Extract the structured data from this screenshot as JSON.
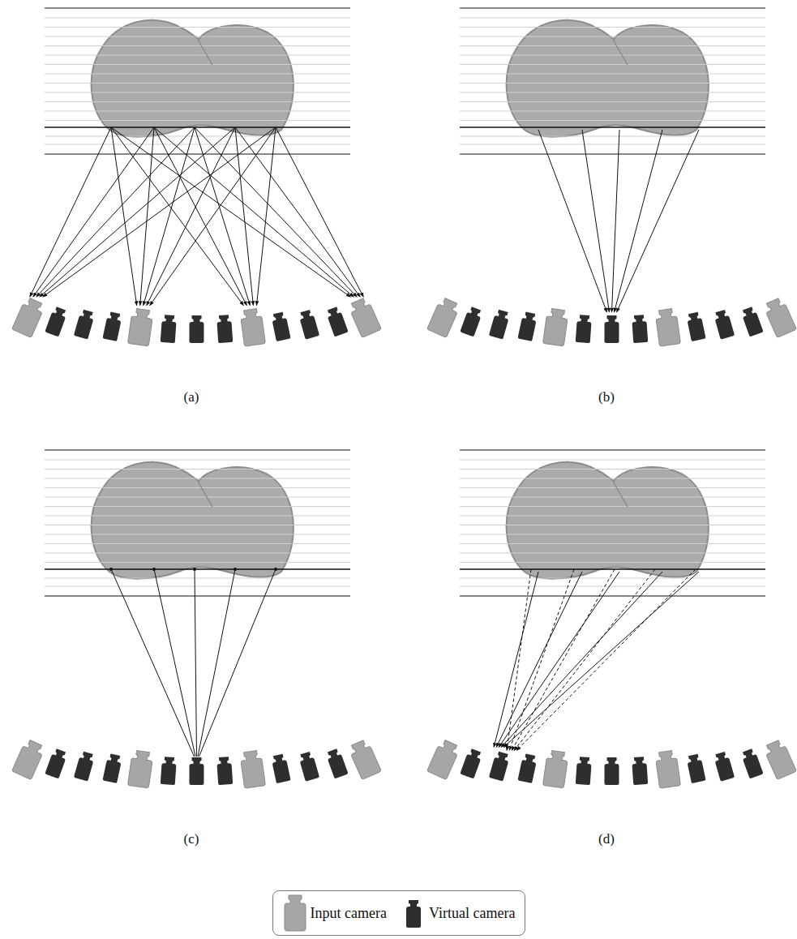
{
  "diagram": {
    "labels": [
      "(a)",
      "(b)",
      "(c)",
      "(d)"
    ],
    "legend": [
      {
        "text": "Input camera",
        "color": "#a6a6a6"
      },
      {
        "text": "Virtual camera",
        "color": "#2e2e2e"
      }
    ]
  }
}
